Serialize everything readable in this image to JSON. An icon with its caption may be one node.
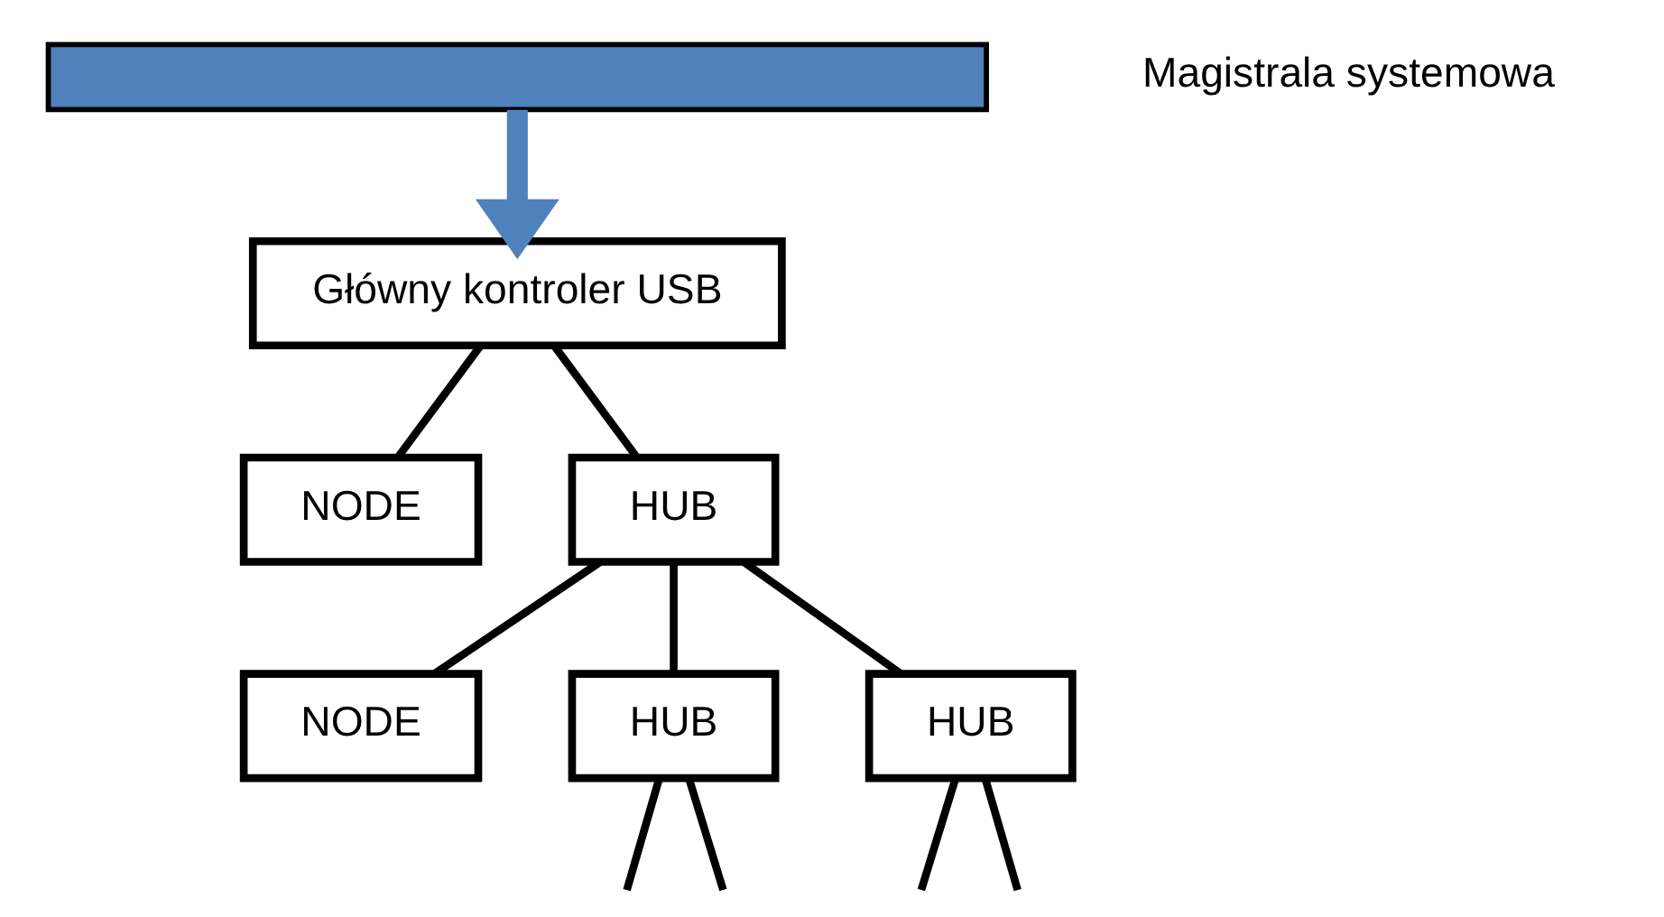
{
  "diagram": {
    "nodes": [
      {
        "text": [],
        "shape": "bar"
      },
      {
        "text": [
          "Główny kontroler USB"
        ]
      },
      {
        "text": [
          "NODE"
        ]
      },
      {
        "text": [
          "HUB"
        ]
      },
      {
        "text": [
          "NODE"
        ]
      },
      {
        "text": [
          "HUB"
        ]
      },
      {
        "text": [
          "HUB"
        ]
      }
    ],
    "edges": [
      {
        "from": 0,
        "to": 1,
        "arrow": "to",
        "style": "thick",
        "color": "#4f81bd"
      },
      {
        "from": 1,
        "to": 2,
        "arrow": "none"
      },
      {
        "from": 1,
        "to": 3,
        "arrow": "none"
      },
      {
        "from": 3,
        "to": 4,
        "arrow": "none"
      },
      {
        "from": 3,
        "to": 5,
        "arrow": "none"
      },
      {
        "from": 3,
        "to": 6,
        "arrow": "none"
      },
      {
        "from": 5,
        "to": null,
        "arrow": "none"
      },
      {
        "from": 5,
        "to": null,
        "arrow": "none"
      },
      {
        "from": 6,
        "to": null,
        "arrow": "none"
      },
      {
        "from": 6,
        "to": null,
        "arrow": "none"
      }
    ],
    "labels": [
      "Magistrala systemowa"
    ]
  }
}
